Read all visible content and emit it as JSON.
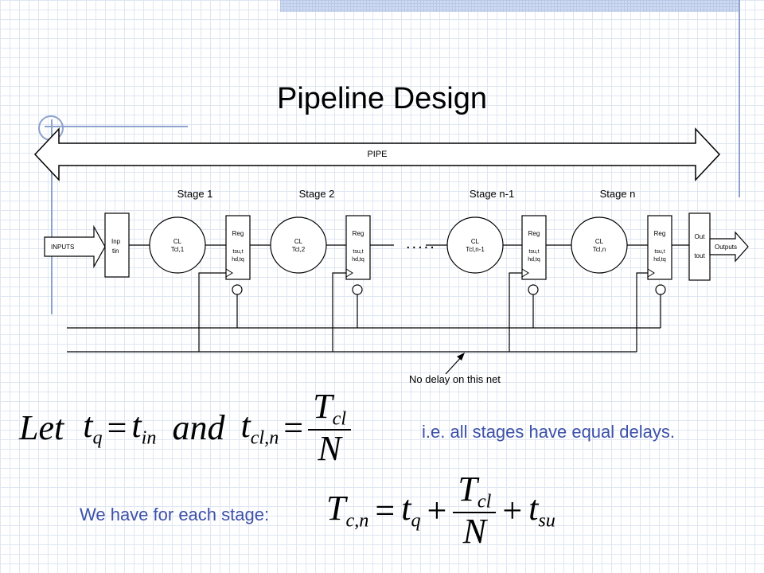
{
  "title": "Pipeline Design",
  "pipe_label": "PIPE",
  "stages": [
    "Stage 1",
    "Stage 2",
    "Stage n-1",
    "Stage n"
  ],
  "inputs_label": "INPUTS",
  "outputs_label": "Outputs",
  "input_block": {
    "line1": "Inp",
    "line2": "tin"
  },
  "output_block": {
    "line1": "Out",
    "line2": "tout"
  },
  "cl_blocks": [
    {
      "line1": "CL",
      "line2": "Tcl,1"
    },
    {
      "line1": "CL",
      "line2": "Tcl,2"
    },
    {
      "line1": "CL",
      "line2": "Tcl,n-1"
    },
    {
      "line1": "CL",
      "line2": "Tcl,n"
    }
  ],
  "reg_block": {
    "line1": "Reg",
    "line2": "tsu,t",
    "line3": "hd,tq"
  },
  "ellipsis": ".....",
  "net_note": "No delay on this net",
  "eq1": {
    "let": "Let",
    "tq": "t",
    "tq_sub": "q",
    "eq": "=",
    "tin": "t",
    "tin_sub": "in",
    "and": "and",
    "tcl": "t",
    "tcl_sub": "cl,n",
    "frac_num": "T",
    "frac_num_sub": "cl",
    "frac_den": "N"
  },
  "eq1_note": "i.e. all stages have equal delays.",
  "eq2_lead": "We have for each stage:",
  "eq2": {
    "lhs": "T",
    "lhs_sub": "c,n",
    "eq": "=",
    "t1": "t",
    "t1_sub": "q",
    "plus1": "+",
    "frac_num": "T",
    "frac_num_sub": "cl",
    "frac_den": "N",
    "plus2": "+",
    "t2": "t",
    "t2_sub": "su"
  }
}
